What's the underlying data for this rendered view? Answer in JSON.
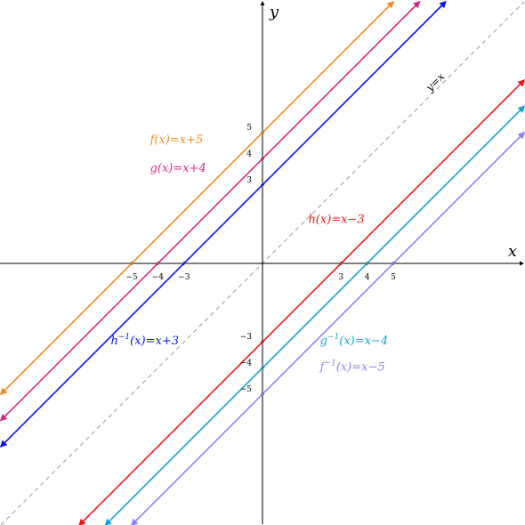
{
  "chart_data": {
    "type": "line",
    "title": "",
    "xlabel": "x",
    "ylabel": "y",
    "xlim": [
      -10,
      10
    ],
    "ylim": [
      -10,
      10
    ],
    "grid": false,
    "legend": "none",
    "axis_color": "#000000",
    "series": [
      {
        "key": "f",
        "name": "f(x)=x+5",
        "label": {
          "main": "f(x)=x+5"
        },
        "slope": 1,
        "intercept": 5,
        "color": "#f28c1e",
        "x_range": [
          -10,
          5
        ]
      },
      {
        "key": "g",
        "name": "g(x)=x+4",
        "label": {
          "main": "g(x)=x+4"
        },
        "slope": 1,
        "intercept": 4,
        "color": "#d42a86",
        "x_range": [
          -10,
          6
        ]
      },
      {
        "key": "hinv",
        "name": "h⁻¹(x)=x+3",
        "label": {
          "base": "h",
          "sup": "−1",
          "rest": "(x)=x+3"
        },
        "slope": 1,
        "intercept": 3,
        "color": "#0a14f0",
        "x_range": [
          -10,
          7
        ]
      },
      {
        "key": "h",
        "name": "h(x)=x−3",
        "label": {
          "main": "h(x)=x−3"
        },
        "slope": 1,
        "intercept": -3,
        "color": "#f01414",
        "x_range": [
          -7,
          10
        ]
      },
      {
        "key": "ginv",
        "name": "g⁻¹(x)=x−4",
        "label": {
          "base": "g",
          "sup": "−1",
          "rest": "(x)=x−4"
        },
        "slope": 1,
        "intercept": -4,
        "color": "#1aa3cf",
        "x_range": [
          -6,
          10
        ]
      },
      {
        "key": "finv",
        "name": "f⁻¹(x)=x−5",
        "label": {
          "base": "f",
          "sup": "−1",
          "rest": "(x)=x−5"
        },
        "slope": 1,
        "intercept": -5,
        "color": "#8c82f0",
        "x_range": [
          -5,
          10
        ]
      }
    ],
    "diagonal": {
      "name": "y=x",
      "slope": 1,
      "intercept": 0,
      "color": "#999999",
      "style": "dashed"
    },
    "x_ticks": [
      {
        "value": -5,
        "label": "−5"
      },
      {
        "value": -4,
        "label": "−4"
      },
      {
        "value": -3,
        "label": "−3"
      },
      {
        "value": 3,
        "label": "3"
      },
      {
        "value": 4,
        "label": "4"
      },
      {
        "value": 5,
        "label": "5"
      }
    ],
    "y_ticks": [
      {
        "value": 5,
        "label": "5"
      },
      {
        "value": 4,
        "label": "4"
      },
      {
        "value": 3,
        "label": "3"
      },
      {
        "value": -3,
        "label": "−3"
      },
      {
        "value": -4,
        "label": "−4"
      },
      {
        "value": -5,
        "label": "−5"
      }
    ]
  }
}
